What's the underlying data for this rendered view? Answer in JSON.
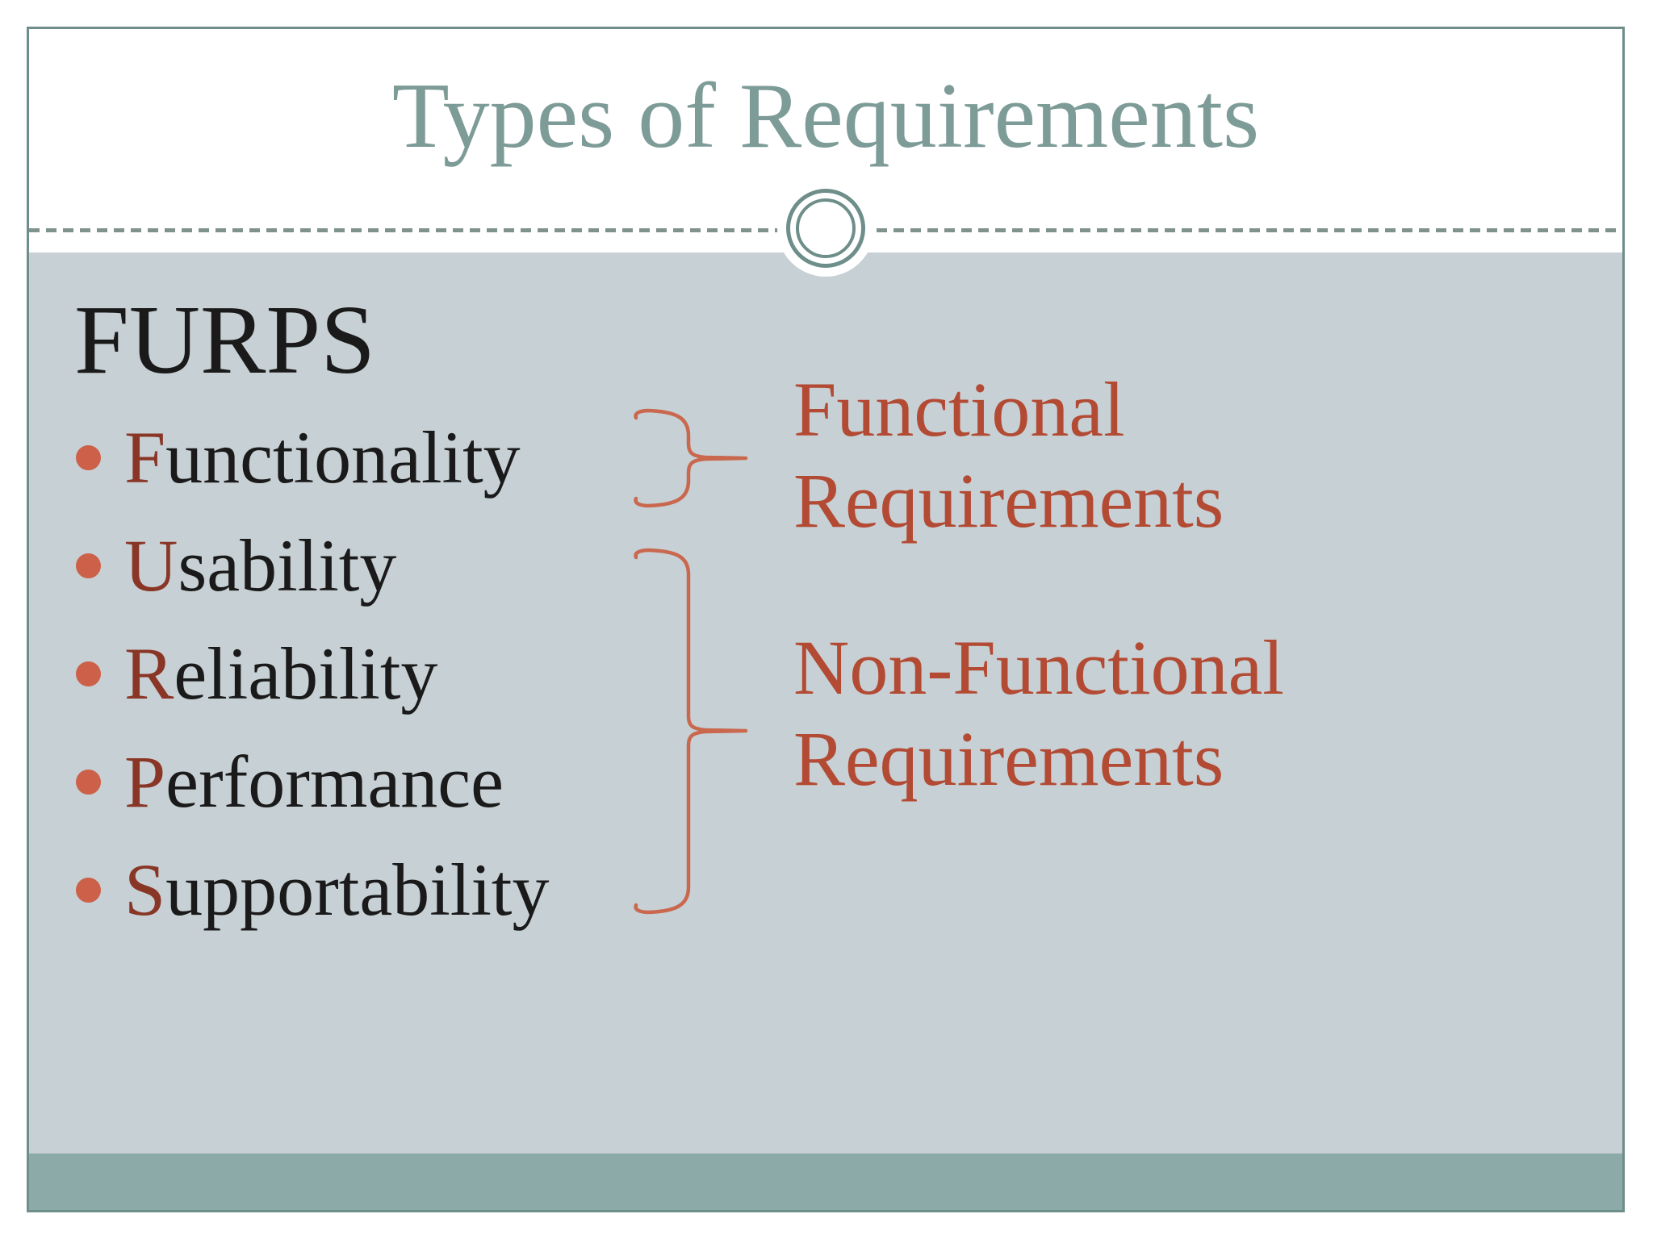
{
  "slide": {
    "title": "Types of Requirements",
    "acronym": "FURPS",
    "bullets": [
      {
        "first": "F",
        "rest": "unctionality"
      },
      {
        "first": "U",
        "rest": "sability"
      },
      {
        "first": "R",
        "rest": "eliability"
      },
      {
        "first": "P",
        "rest": "erformance"
      },
      {
        "first": "S",
        "rest": "upportability"
      }
    ],
    "functional_label": {
      "line1": "Functional",
      "line2": "Requirements"
    },
    "non_functional_label": {
      "line1": "Non-Functional",
      "line2": "Requirements"
    }
  },
  "colors": {
    "frame_border": "#6e8e8a",
    "header_bg": "#ffffff",
    "title_text": "#7d9b97",
    "dash": "#7f928e",
    "body_bg": "#c7d0d4",
    "footer_bar": "#8caaa8",
    "text_black": "#1a1a1a",
    "accent_letter": "#8a3626",
    "bullet_dot": "#cd6049",
    "brace": "#c9684f",
    "red_heading": "#b34a33"
  }
}
